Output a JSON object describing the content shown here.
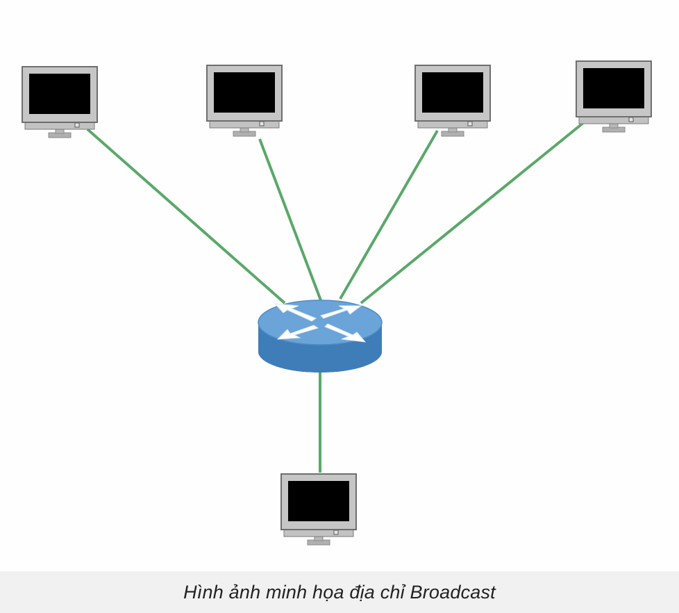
{
  "caption": "Hình ảnh minh họa địa chỉ Broadcast",
  "colors": {
    "link": "#5aa86a",
    "monitor_frame": "#c6c6c6",
    "monitor_frame_tinted": "#c9d7c9",
    "screen": "#000000",
    "router_top": "#6aa4d8",
    "router_side": "#3f7db8",
    "arrow": "#ffffff"
  },
  "diagram": {
    "nodes": [
      {
        "id": "pc-1",
        "type": "computer"
      },
      {
        "id": "pc-2",
        "type": "computer"
      },
      {
        "id": "pc-3",
        "type": "computer"
      },
      {
        "id": "pc-4",
        "type": "computer"
      },
      {
        "id": "router",
        "type": "router"
      },
      {
        "id": "pc-5",
        "type": "computer"
      }
    ],
    "edges": [
      {
        "from": "pc-1",
        "to": "router"
      },
      {
        "from": "pc-2",
        "to": "router"
      },
      {
        "from": "pc-3",
        "to": "router"
      },
      {
        "from": "pc-4",
        "to": "router"
      },
      {
        "from": "router",
        "to": "pc-5"
      }
    ]
  }
}
